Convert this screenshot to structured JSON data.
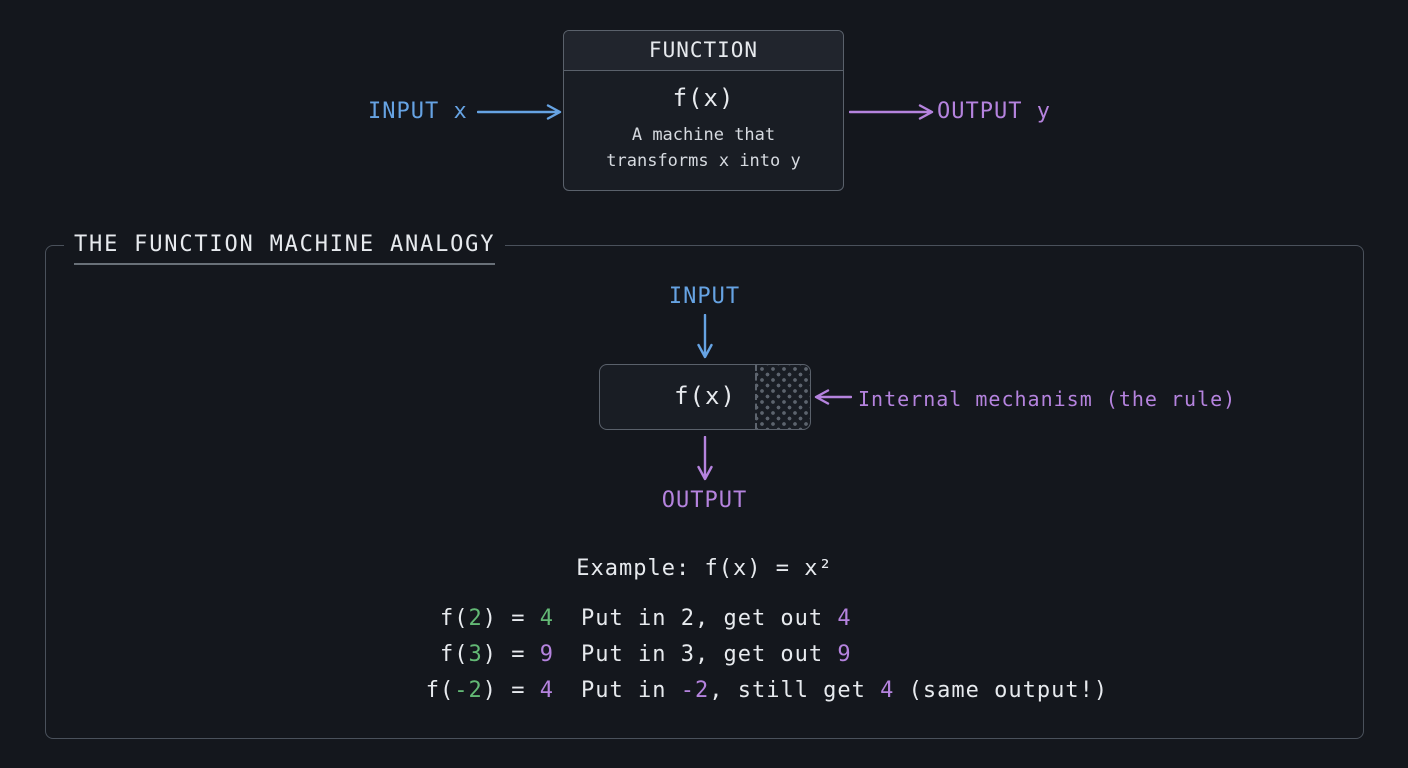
{
  "colors": {
    "background": "#14171d",
    "panel_bg": "#191d24",
    "header_bg": "#21252d",
    "border_strong": "#5a616b",
    "border_soft": "#4a515b",
    "text_primary": "#e7eaee",
    "text_secondary": "#d6dae0",
    "blue": "#66a3e3",
    "purple": "#b583de",
    "green": "#63b975",
    "underline": "#697078",
    "dots": "#5d646e"
  },
  "top_diagram": {
    "input_label": "INPUT x",
    "output_label": "OUTPUT y",
    "function_box": {
      "header": "FUNCTION",
      "formula": "f(x)",
      "description_line1": "A machine that",
      "description_line2": "transforms x into y"
    }
  },
  "analogy_panel": {
    "title": "THE FUNCTION MACHINE ANALOGY",
    "input_label": "INPUT",
    "machine_formula": "f(x)",
    "mechanism_note": "Internal mechanism (the rule)",
    "output_label": "OUTPUT",
    "example_heading": "Example: f(x) = x²",
    "examples": [
      {
        "equation": [
          {
            "t": "f(",
            "c": "text"
          },
          {
            "t": "2",
            "c": "green"
          },
          {
            "t": ") = ",
            "c": "text"
          },
          {
            "t": "4",
            "c": "green"
          }
        ],
        "explanation": [
          {
            "t": "Put in 2, get out ",
            "c": "text"
          },
          {
            "t": "4",
            "c": "purple"
          }
        ]
      },
      {
        "equation": [
          {
            "t": "f(",
            "c": "text"
          },
          {
            "t": "3",
            "c": "green"
          },
          {
            "t": ") = ",
            "c": "text"
          },
          {
            "t": "9",
            "c": "purple"
          }
        ],
        "explanation": [
          {
            "t": "Put in 3, get out ",
            "c": "text"
          },
          {
            "t": "9",
            "c": "purple"
          }
        ]
      },
      {
        "equation": [
          {
            "t": "f(",
            "c": "text"
          },
          {
            "t": "-2",
            "c": "green"
          },
          {
            "t": ") = ",
            "c": "text"
          },
          {
            "t": "4",
            "c": "purple"
          }
        ],
        "explanation": [
          {
            "t": "Put in ",
            "c": "text"
          },
          {
            "t": "-2",
            "c": "purple"
          },
          {
            "t": ", still get ",
            "c": "text"
          },
          {
            "t": "4",
            "c": "purple"
          },
          {
            "t": " (same output!)",
            "c": "text"
          }
        ]
      }
    ]
  }
}
